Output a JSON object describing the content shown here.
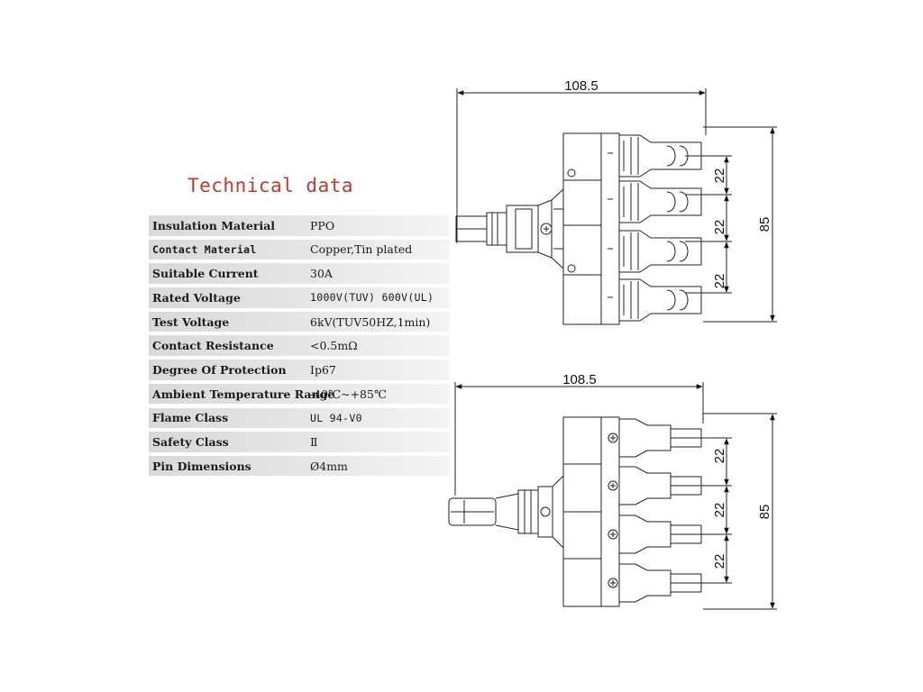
{
  "title": "Technical data",
  "specs": [
    {
      "label": "Insulation Material",
      "value": "PPO"
    },
    {
      "label": "Contact Material",
      "value": "Copper,Tin plated"
    },
    {
      "label": "Suitable Current",
      "value": "30A"
    },
    {
      "label": "Rated Voltage",
      "value": "1000V(TUV) 600V(UL)"
    },
    {
      "label": "Test Voltage",
      "value": "6kV(TUV50HZ,1min)"
    },
    {
      "label": "Contact Resistance",
      "value": "<0.5mΩ"
    },
    {
      "label": "Degree Of Protection",
      "value": "Ip67"
    },
    {
      "label": "Ambient Temperature Range",
      "value": "-40℃~+85℃"
    },
    {
      "label": "Flame Class",
      "value": "UL 94-V0"
    },
    {
      "label": "Safety Class",
      "value": "Ⅱ"
    },
    {
      "label": "Pin Dimensions",
      "value": "Ø4mm"
    }
  ],
  "drawings": {
    "top": {
      "width_label": "108.5",
      "pitch_labels": [
        "22",
        "22",
        "22"
      ],
      "height_label": "85"
    },
    "bottom": {
      "width_label": "108.5",
      "pitch_labels": [
        "22",
        "22",
        "22"
      ],
      "height_label": "85"
    }
  }
}
